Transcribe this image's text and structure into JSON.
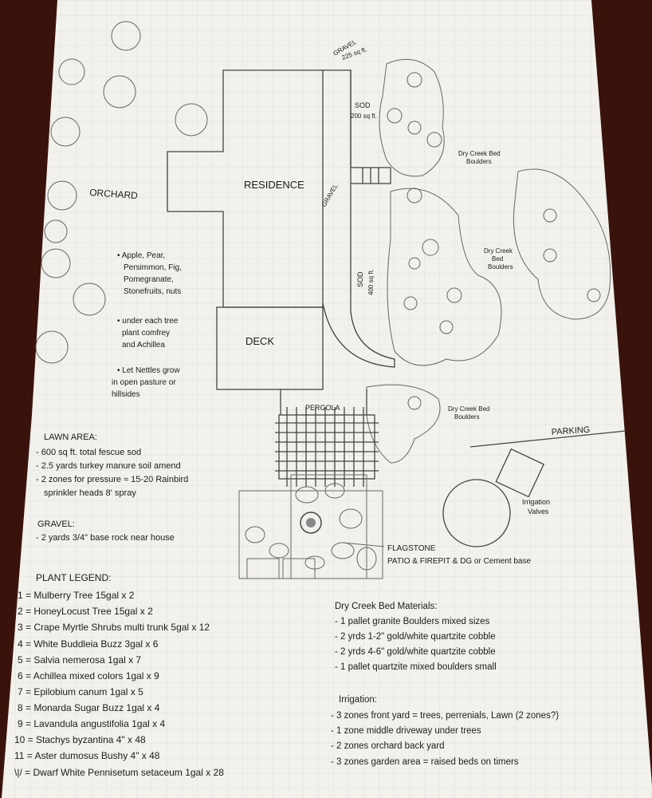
{
  "colors": {
    "paper": "#f2f1ec",
    "grid": "#d9dde2",
    "ink": "#1c1c1c",
    "background": "#3a120c"
  },
  "plan": {
    "residence": "RESIDENCE",
    "deck": "DECK",
    "pergola": "PERGOLA",
    "orchard": "ORCHARD",
    "gravel_top": "GRAVEL",
    "gravel_top_area": "225 sq ft.",
    "gravel_side": "GRAVEL",
    "sod_top": "SOD",
    "sod_top_area": "200 sq ft.",
    "sod_mid": "SOD",
    "sod_mid_area": "400 sq ft.",
    "dry_creek_1": [
      "Dry Creek Bed",
      "Boulders"
    ],
    "dry_creek_2": [
      "Dry Creek",
      "Bed",
      "Boulders"
    ],
    "dry_creek_3": [
      "Dry Creek Bed",
      "Boulders"
    ],
    "parking": "PARKING",
    "irrigation_valves": [
      "Irrigation",
      "Valves"
    ],
    "flagstone": [
      "FLAGSTONE",
      "PATIO & FIREPIT & DG or Cement base"
    ]
  },
  "orchard_notes": [
    [
      "• Apple, Pear,",
      "Persimmon, Fig,",
      "Pomegranate,",
      "Stonefruits, nuts"
    ],
    [
      "• under each tree",
      "plant comfrey",
      "and Achillea"
    ],
    [
      "• Let Nettles grow",
      "in open pasture or",
      "hillsides"
    ]
  ],
  "lawn": {
    "title": "LAWN AREA:",
    "items": [
      "- 600 sq ft. total fescue sod",
      "- 2.5 yards turkey manure soil amend",
      "- 2 zones for pressure ≈ 15-20 Rainbird",
      "  sprinkler heads 8' spray"
    ]
  },
  "gravel": {
    "title": "GRAVEL:",
    "items": [
      "- 2 yards 3/4\" base rock near house"
    ]
  },
  "plant_legend": {
    "title": "PLANT LEGEND:",
    "items": [
      "1 = Mulberry Tree 15gal x 2",
      "2 = HoneyLocust Tree 15gal x 2",
      "3 = Crape Myrtle Shrubs multi trunk 5gal x 12",
      "4 = White Buddleia Buzz 3gal x 6",
      "5 = Salvia nemerosa 1gal x 7",
      "6 = Achillea mixed colors 1gal x 9",
      "7 = Epilobium canum 1gal x 5",
      "8 = Monarda Sugar Buzz 1gal x 4",
      "9 = Lavandula angustifolia 1gal x 4",
      "10 = Stachys byzantina 4\" x 48",
      "11 = Aster dumosus Bushy 4\" x 48",
      "\\|/ = Dwarf White Pennisetum setaceum 1gal x 28"
    ]
  },
  "dry_creek_materials": {
    "title": "Dry Creek Bed Materials:",
    "items": [
      "- 1 pallet granite Boulders mixed sizes",
      "- 2 yrds 1-2\" gold/white quartzite cobble",
      "- 2 yrds 4-6\" gold/white quartzite cobble",
      "- 1 pallet quartzite mixed boulders small"
    ]
  },
  "irrigation": {
    "title": "Irrigation:",
    "items": [
      "- 3 zones front yard = trees, perrenials, Lawn (2 zones?)",
      "- 1 zone middle driveway under trees",
      "- 2 zones orchard back yard",
      "- 3 zones garden area = raised beds on timers"
    ]
  }
}
